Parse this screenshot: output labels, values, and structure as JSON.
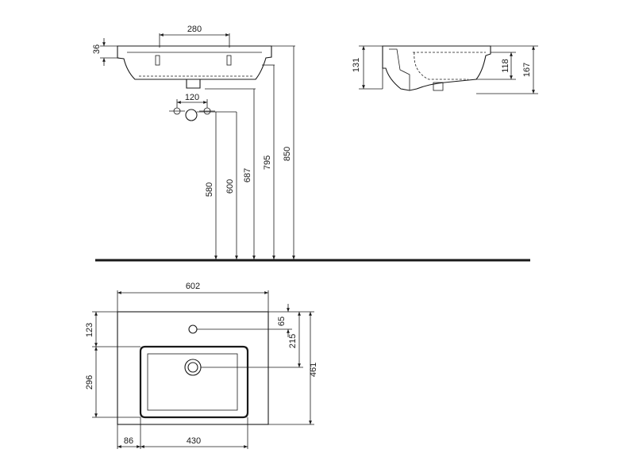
{
  "dimensions": {
    "d36": "36",
    "d280": "280",
    "d120": "120",
    "d580": "580",
    "d600": "600",
    "d687": "687",
    "d795": "795",
    "d850": "850",
    "d131": "131",
    "d118": "118",
    "d167": "167",
    "d602": "602",
    "d123": "123",
    "d296": "296",
    "d65": "65",
    "d215": "215",
    "d461": "461",
    "d86": "86",
    "d430": "430"
  }
}
